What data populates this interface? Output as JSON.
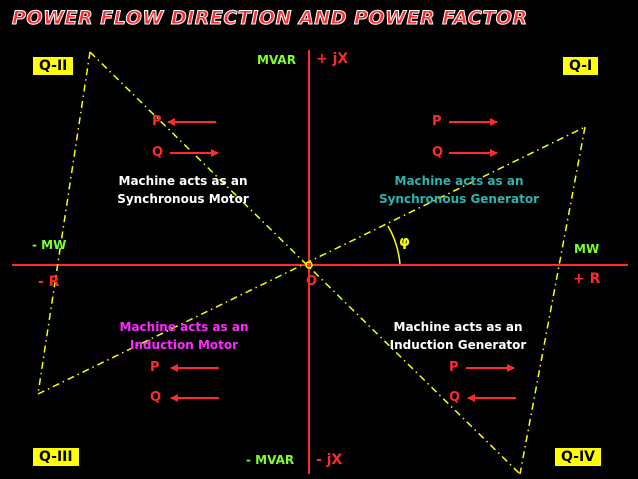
{
  "title": "POWER FLOW DIRECTION AND POWER FACTOR",
  "quadrants": {
    "q1": "Q-I",
    "q2": "Q-II",
    "q3": "Q-III",
    "q4": "Q-IV"
  },
  "axes": {
    "top_mvar": "MVAR",
    "top_jx": "+ jX",
    "bottom_mvar": "- MVAR",
    "bottom_jx": "- jX",
    "left_mw": "- MW",
    "left_r": "- R",
    "right_mw": "MW",
    "right_r": "+ R",
    "origin": "O",
    "angle": "φ"
  },
  "regions": {
    "q2": {
      "line1": "Machine acts as an",
      "line2": "Synchronous Motor",
      "p": "P",
      "q": "Q"
    },
    "q1": {
      "line1": "Machine acts as an",
      "line2": "Synchronous Generator",
      "p": "P",
      "q": "Q"
    },
    "q3": {
      "line1": "Machine acts as an",
      "line2": "Induction Motor",
      "p": "P",
      "q": "Q"
    },
    "q4": {
      "line1": "Machine acts as an",
      "line2": "Induction Generator",
      "p": "P",
      "q": "Q"
    }
  },
  "colors": {
    "axis": "#ff2a2a",
    "dash_line": "#ffff00",
    "label_green": "#7cff2e",
    "teal": "#2bb5b0",
    "magenta": "#ff2aff"
  }
}
